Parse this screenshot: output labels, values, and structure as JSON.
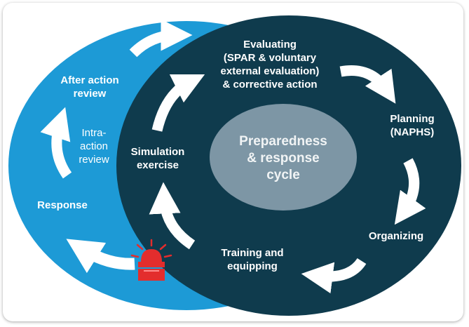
{
  "diagram": {
    "center": "Preparedness\n& response\ncycle",
    "cycle": {
      "evaluating": "Evaluating\n(SPAR & voluntary\nexternal evaluation)\n& corrective action",
      "planning": "Planning\n(NAPHS)",
      "organizing": "Organizing",
      "training": "Training and\nequipping",
      "simulation": "Simulation\nexercise"
    },
    "response_cycle": {
      "after_action": "After action\nreview",
      "intra_action": "Intra-\naction\nreview",
      "response": "Response"
    },
    "icons": [
      "curved-arrow-icon",
      "alarm-siren-icon"
    ],
    "colors": {
      "outer_blue": "#1d9ad6",
      "inner_navy": "#0f3b4d",
      "center_gray": "#7d96a5",
      "arrow": "#ffffff",
      "siren": "#e32d2d"
    }
  }
}
